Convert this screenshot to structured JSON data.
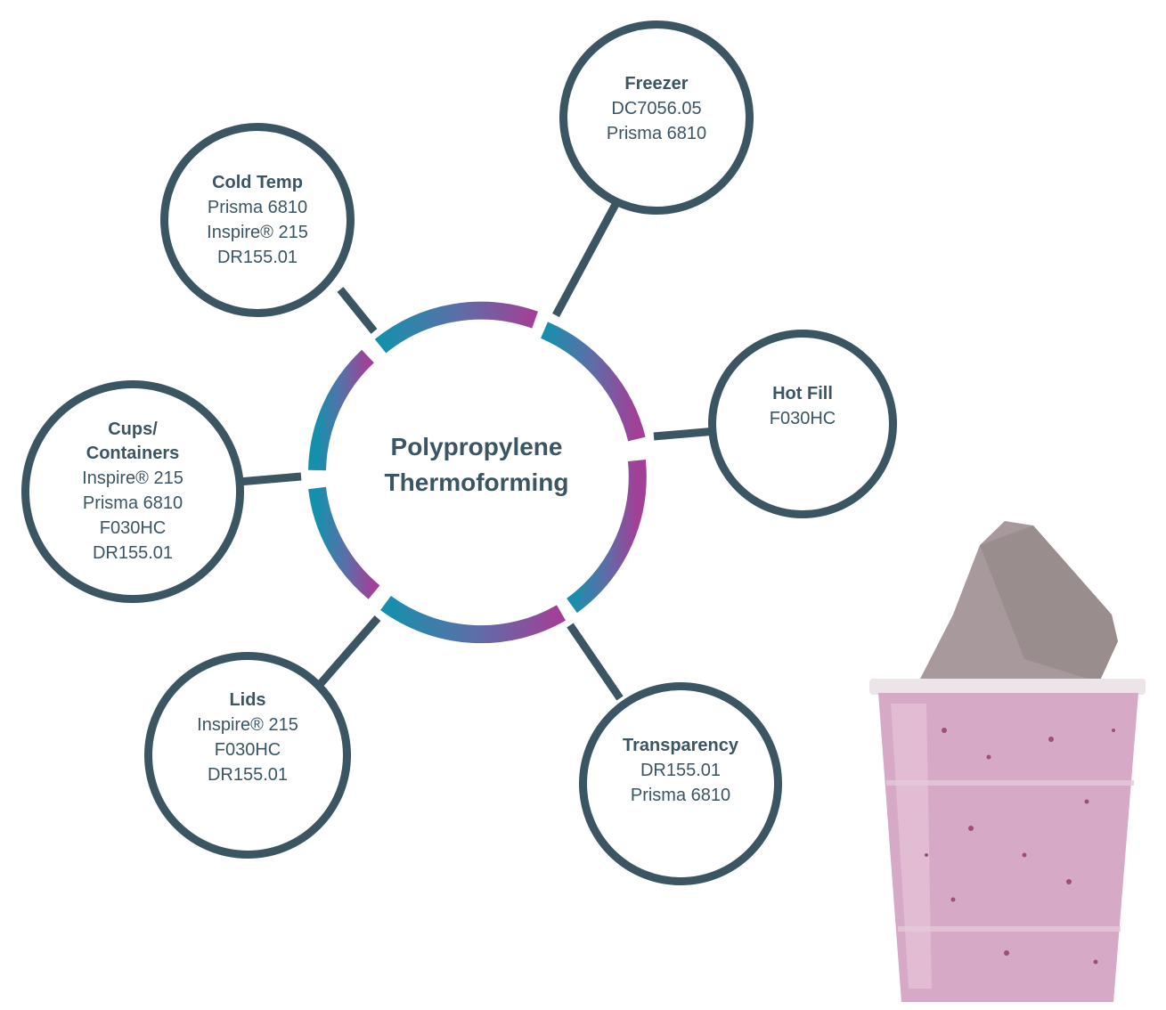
{
  "center": {
    "line1": "Polypropylene",
    "line2": "Thermoforming"
  },
  "nodes": {
    "freezer": {
      "title": "Freezer",
      "items": [
        "DC7056.05",
        "Prisma 6810"
      ]
    },
    "cold_temp": {
      "title": "Cold Temp",
      "items": [
        "Prisma 6810",
        "Inspire® 215",
        "DR155.01"
      ]
    },
    "hot_fill": {
      "title": "Hot Fill",
      "items": [
        "F030HC"
      ]
    },
    "cups": {
      "title": "Cups/\nContainers",
      "items": [
        "Inspire® 215",
        "Prisma 6810",
        "F030HC",
        "DR155.01"
      ]
    },
    "lids": {
      "title": "Lids",
      "items": [
        "Inspire® 215",
        "F030HC",
        "DR155.01"
      ]
    },
    "transparency": {
      "title": "Transparency",
      "items": [
        "DR155.01",
        "Prisma 6810"
      ]
    }
  },
  "colors": {
    "node_border": "#3b5563",
    "text": "#3b5563",
    "ring_teal": "#1b8aa6",
    "ring_purple": "#9b3f96",
    "yogurt": "#d9a9c7"
  },
  "image": {
    "subject": "yogurt-cup"
  }
}
